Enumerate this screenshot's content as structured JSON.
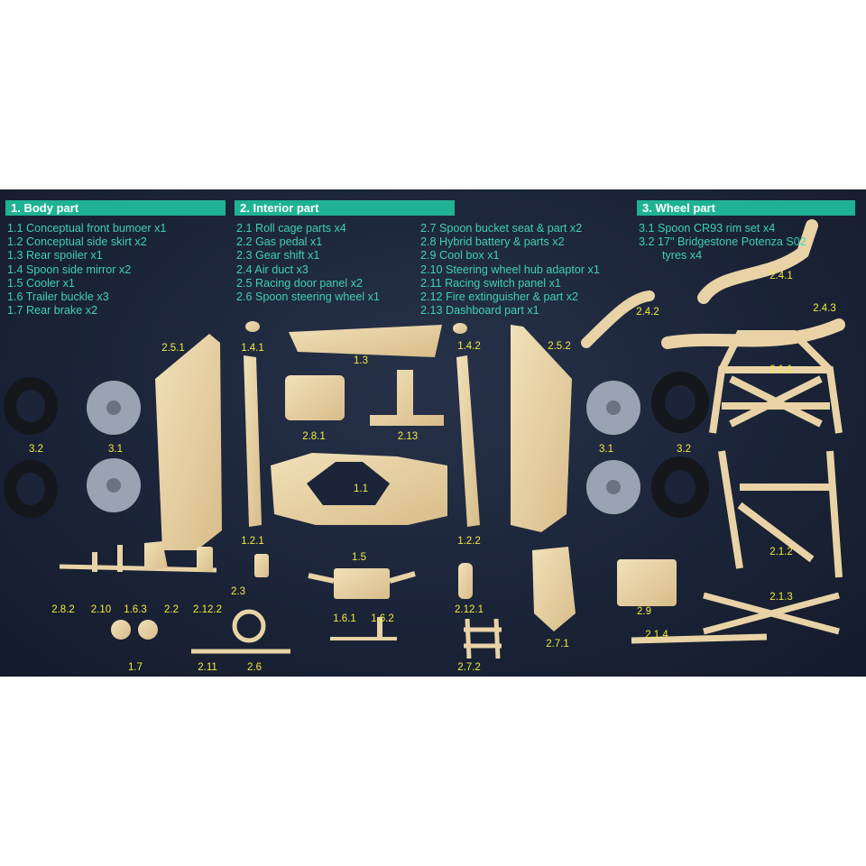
{
  "sections": [
    {
      "header": "1. Body part",
      "items": [
        "1.1 Conceptual front bumoer x1",
        "1.2 Conceptual side skirt x2",
        "1.3 Rear spoiler x1",
        "1.4 Spoon side mirror x2",
        "1.5 Cooler x1",
        "1.6 Trailer buckle x3",
        "1.7 Rear brake x2"
      ]
    },
    {
      "header": "2. Interior part",
      "items": [
        "2.1 Roll cage parts x4",
        "2.2 Gas pedal x1",
        "2.3 Gear shift x1",
        "2.4 Air duct x3",
        "2.5 Racing door panel x2",
        "2.6 Spoon steering wheel x1"
      ],
      "items_col2": [
        "2.7 Spoon bucket seat & part x2",
        "2.8 Hybrid battery & parts x2",
        "2.9 Cool box x1",
        "2.10 Steering wheel hub adaptor x1",
        "2.11 Racing switch panel x1",
        "2.12 Fire extinguisher & part x2",
        "2.13 Dashboard part x1"
      ]
    },
    {
      "header": "3. Wheel part",
      "items": [
        "3.1 Spoon CR93 rim set x4",
        "3.2 17\" Bridgestone Potenza S02",
        "tyres x4"
      ]
    }
  ],
  "part_labels": [
    "2.5.1",
    "1.4.1",
    "1.3",
    "1.4.2",
    "2.5.2",
    "2.4.2",
    "2.4.1",
    "2.4.3",
    "2.1.1",
    "2.8.1",
    "2.13",
    "3.2",
    "3.1",
    "3.1",
    "3.2",
    "1.1",
    "1.2.1",
    "1.2.2",
    "2.1.2",
    "1.5",
    "2.3",
    "2.8.2",
    "2.10",
    "1.6.3",
    "2.2",
    "2.12.2",
    "2.12.1",
    "2.7.1",
    "2.9",
    "2.1.3",
    "1.6.1",
    "1.6.2",
    "1.7",
    "2.11",
    "2.6",
    "2.7.2",
    "2.1.4"
  ],
  "colors": {
    "background": "#1b2438",
    "header_bar": "#1fb394",
    "list_text": "#3fd1b0",
    "label_text": "#f2ea3c",
    "resin": "#e9d3a6",
    "rim": "#9aa3b2",
    "tyre": "#15171c"
  }
}
